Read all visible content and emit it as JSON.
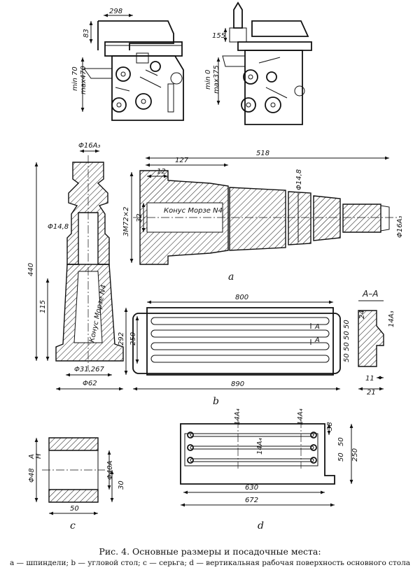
{
  "top_views": {
    "left": {
      "d298": "298",
      "d83": "83",
      "min": "min 70",
      "max": "max470"
    },
    "right": {
      "d155": "155",
      "min": "min 0",
      "max": "max375"
    }
  },
  "spindle": {
    "d518": "518",
    "d127": "127",
    "d12": "12",
    "thread": "3M72×2",
    "d32": "32",
    "taper": "Конус Морзе N4",
    "phi148": "Φ14,8",
    "phi16a3": "Φ16A₃",
    "label": "a"
  },
  "vertical": {
    "phi16a3": "Φ16A₃",
    "phi148": "Φ14,8",
    "d440": "440",
    "d115": "115",
    "taper": "Конус Морзе N4",
    "phi31": "Φ31,267",
    "phi62": "Φ62"
  },
  "table_b": {
    "d800": "800",
    "d292": "292",
    "d250": "250",
    "d890": "890",
    "d50a": "50",
    "d50b": "50",
    "d50c": "50",
    "d50d": "50",
    "markA1": "A",
    "markA2": "A",
    "section": "A–A",
    "d24": "24",
    "d14a3": "14A₃",
    "d11": "11",
    "d21": "21",
    "label": "b"
  },
  "earring_c": {
    "phi48": "Φ48",
    "frac_top": "A",
    "frac_bot": "H",
    "phi40a": "Φ40A",
    "d30": "30",
    "d50": "50",
    "label": "c"
  },
  "surface_d": {
    "d14a4_1": "14A₄",
    "d14a4_2": "14A₄",
    "d14a4_3": "14A₄",
    "d38": "38",
    "d50a": "50",
    "d50b": "50",
    "d250": "250",
    "d630": "630",
    "d672": "672",
    "label": "d"
  },
  "caption": {
    "line1": "Рис. 4. Основные размеры и посадочные места:",
    "line2": "a — шпиндели; b — угловой стол; c — серьга; d — вертикальная рабочая поверхность основного стола"
  }
}
